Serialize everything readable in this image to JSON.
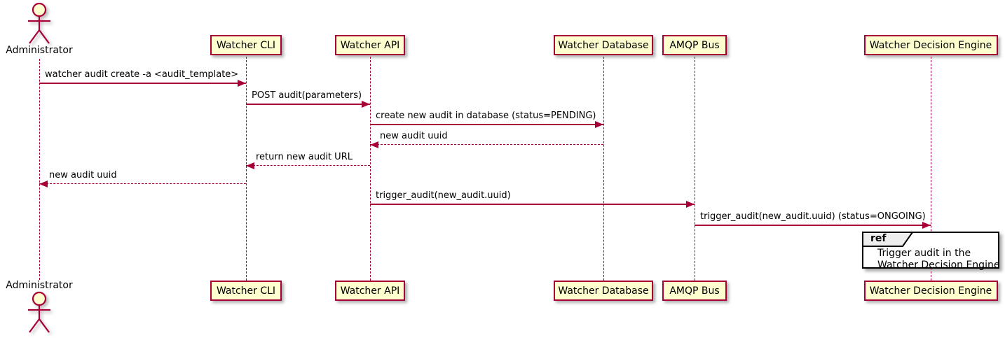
{
  "actor": {
    "label": "Administrator"
  },
  "participants": [
    {
      "label": "Watcher CLI"
    },
    {
      "label": "Watcher API"
    },
    {
      "label": "Watcher Database"
    },
    {
      "label": "AMQP Bus"
    },
    {
      "label": "Watcher Decision Engine"
    }
  ],
  "messages": [
    {
      "text": "watcher audit create -a <audit_template>",
      "from": "Administrator",
      "to": "Watcher CLI",
      "line": "solid"
    },
    {
      "text": "POST audit(parameters)",
      "from": "Watcher CLI",
      "to": "Watcher API",
      "line": "solid"
    },
    {
      "text": "create new audit in database (status=PENDING)",
      "from": "Watcher API",
      "to": "Watcher Database",
      "line": "solid"
    },
    {
      "text": "new audit uuid",
      "from": "Watcher Database",
      "to": "Watcher API",
      "line": "dashed"
    },
    {
      "text": "return new audit URL",
      "from": "Watcher API",
      "to": "Watcher CLI",
      "line": "dashed"
    },
    {
      "text": "new audit uuid",
      "from": "Watcher CLI",
      "to": "Administrator",
      "line": "dashed"
    },
    {
      "text": "trigger_audit(new_audit.uuid)",
      "from": "Watcher API",
      "to": "AMQP Bus",
      "line": "solid"
    },
    {
      "text": "trigger_audit(new_audit.uuid) (status=ONGOING)",
      "from": "AMQP Bus",
      "to": "Watcher Decision Engine",
      "line": "solid"
    }
  ],
  "ref_fragment": {
    "keyword": "ref",
    "over": "Watcher Decision Engine",
    "text_lines": [
      "Trigger audit in the",
      "Watcher Decision Engine"
    ]
  },
  "colors": {
    "background": "#FFFFFF",
    "participant_fill": "#FEFECE",
    "participant_border": "#A80036",
    "lifeline": "#A80036",
    "arrow": "#A80036",
    "text": "#000000",
    "ref_border": "#000000",
    "ref_tab_fill": "#EEEEEE"
  }
}
